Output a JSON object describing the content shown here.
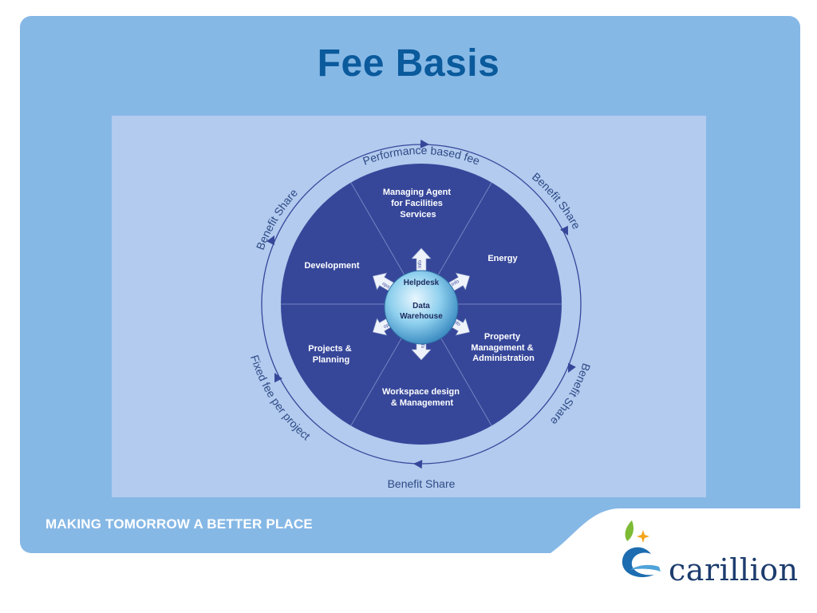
{
  "slide": {
    "title": "Fee Basis",
    "tagline": "MAKING TOMORROW A BETTER PLACE",
    "logo_text": "carillion"
  },
  "diagram": {
    "outer_labels": {
      "top": "Performance based fee",
      "upper_right": "Benefit Share",
      "lower_right": "Benefit Share",
      "bottom": "Benefit Share",
      "lower_left": "Fixed fee per project",
      "upper_left": "Benefit Share"
    },
    "segments": {
      "top": [
        "Managing Agent",
        "for Facilities",
        "Services"
      ],
      "upper_right": [
        "Energy"
      ],
      "lower_right": [
        "Property",
        "Management &",
        "Administration"
      ],
      "bottom": [
        "Workspace design",
        "& Management"
      ],
      "lower_left": [
        "Projects &",
        "Planning"
      ],
      "upper_left": [
        "Development"
      ]
    },
    "hub": {
      "top_label": "Helpdesk",
      "center_label_1": "Data",
      "center_label_2": "Warehouse"
    },
    "arrow_label": "Info"
  },
  "colors": {
    "panel": "#86b8e6",
    "title": "#0a5a9c",
    "diagram_background": "#b2cbee",
    "wheel": "#36479a",
    "ring": "#36479a",
    "hub": "#7ec3e6"
  },
  "icons": [
    "carillion-logo-icon"
  ]
}
